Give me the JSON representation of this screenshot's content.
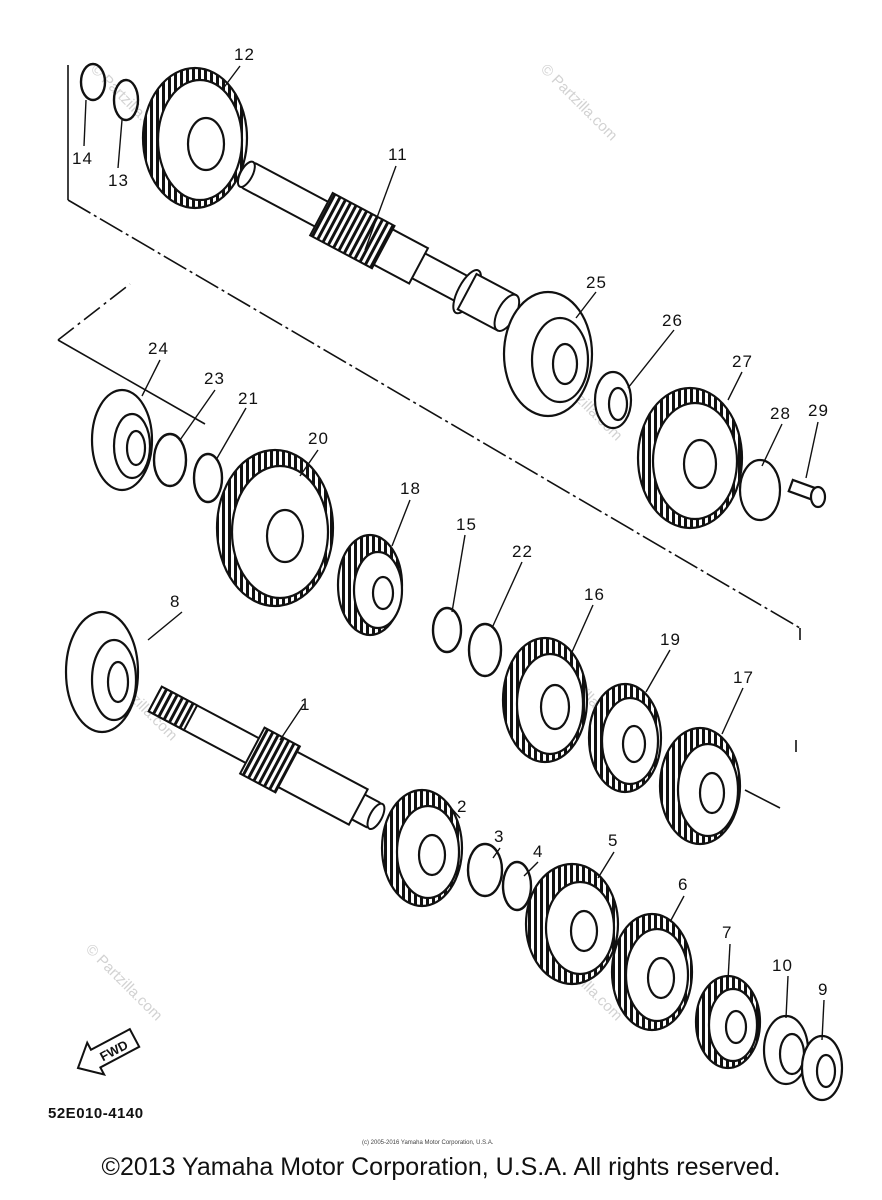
{
  "diagram": {
    "part_code": "52E010-4140",
    "direction_label": "FWD",
    "callouts": [
      "1",
      "2",
      "3",
      "4",
      "5",
      "6",
      "7",
      "8",
      "9",
      "10",
      "11",
      "12",
      "13",
      "14",
      "15",
      "16",
      "17",
      "18",
      "19",
      "20",
      "21",
      "22",
      "23",
      "24",
      "25",
      "26",
      "27",
      "28",
      "29"
    ],
    "watermark": "© Partzilla.com",
    "small_copyright": "(c) 2005-2016 Yamaha Motor Corporation, U.S.A.",
    "colors": {
      "line": "#111111",
      "watermark": "#d2d2d2",
      "background": "#ffffff"
    }
  },
  "footer": {
    "copyright": "©2013 Yamaha Motor Corporation, U.S.A. All rights reserved."
  }
}
